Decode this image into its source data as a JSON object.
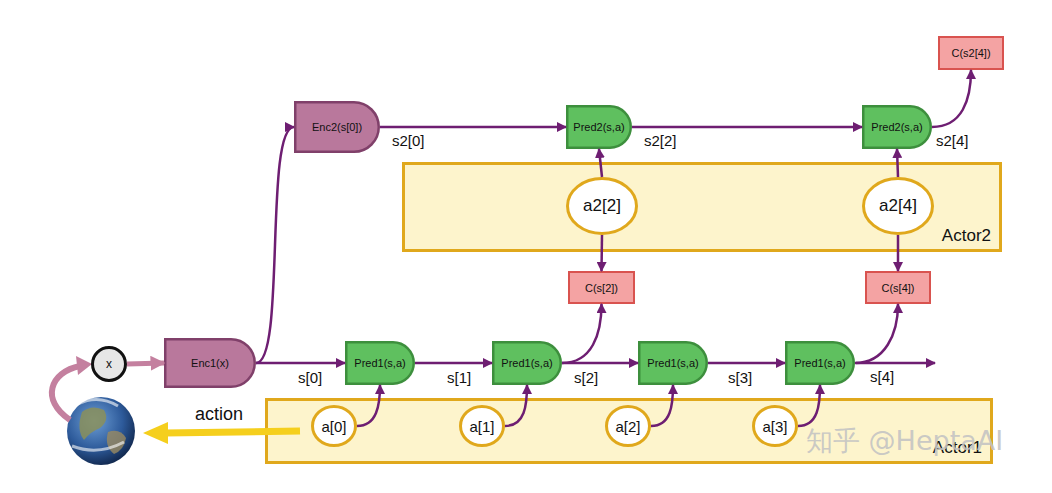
{
  "diagram": {
    "nodes": [
      {
        "text": [
          "C(s2[4])"
        ]
      },
      {
        "text": [
          "Enc2(s[0])"
        ]
      },
      {
        "text": [
          "Pred2(s,a)"
        ]
      },
      {
        "text": [
          "Pred2(s,a)"
        ]
      },
      {
        "text": [
          "Actor2"
        ]
      },
      {
        "text": [
          "a2[2]"
        ],
        "in": 4
      },
      {
        "text": [
          "a2[4]"
        ],
        "in": 4
      },
      {
        "text": [
          "C(s[2])"
        ]
      },
      {
        "text": [
          "C(s[4])"
        ]
      },
      {
        "text": [
          "x"
        ]
      },
      {
        "text": [
          "Enc1(x)"
        ]
      },
      {
        "text": [
          "Pred1(s,a)"
        ]
      },
      {
        "text": [
          "Pred1(s,a)"
        ]
      },
      {
        "text": [
          "Pred1(s,a)"
        ]
      },
      {
        "text": [
          "Pred1(s,a)"
        ]
      },
      {
        "text": [
          "Actor1"
        ]
      },
      {
        "text": [
          "a[0]"
        ],
        "in": 15
      },
      {
        "text": [
          "a[1]"
        ],
        "in": 15
      },
      {
        "text": [
          "a[2]"
        ],
        "in": 15
      },
      {
        "text": [
          "a[3]"
        ],
        "in": 15
      }
    ],
    "edges": [
      {
        "from": 9,
        "to": 10,
        "arrow": "to"
      },
      {
        "from": 10,
        "to": 1,
        "arrow": "to"
      },
      {
        "from": 1,
        "to": 2,
        "arrow": "to",
        "label": "s2[0]"
      },
      {
        "from": 2,
        "to": 3,
        "arrow": "to",
        "label": "s2[2]"
      },
      {
        "from": 3,
        "to": 0,
        "arrow": "to",
        "label": "s2[4]"
      },
      {
        "from": 5,
        "to": 2,
        "arrow": "to"
      },
      {
        "from": 5,
        "to": 7,
        "arrow": "to"
      },
      {
        "from": 6,
        "to": 3,
        "arrow": "to"
      },
      {
        "from": 6,
        "to": 8,
        "arrow": "to"
      },
      {
        "from": 10,
        "to": 11,
        "arrow": "to",
        "label": "s[0]"
      },
      {
        "from": 11,
        "to": 12,
        "arrow": "to",
        "label": "s[1]"
      },
      {
        "from": 12,
        "to": 13,
        "arrow": "to",
        "label": "s[2]"
      },
      {
        "from": 12,
        "to": 7,
        "arrow": "to"
      },
      {
        "from": 13,
        "to": 14,
        "arrow": "to",
        "label": "s[3]"
      },
      {
        "from": 14,
        "to": 8,
        "arrow": "to"
      },
      {
        "from": 16,
        "to": 11,
        "arrow": "to"
      },
      {
        "from": 17,
        "to": 12,
        "arrow": "to"
      },
      {
        "from": 18,
        "to": 13,
        "arrow": "to"
      },
      {
        "from": 19,
        "to": 14,
        "arrow": "to"
      }
    ],
    "labels": [
      "s[4]",
      "action",
      "知乎 @HeptaAI"
    ]
  }
}
